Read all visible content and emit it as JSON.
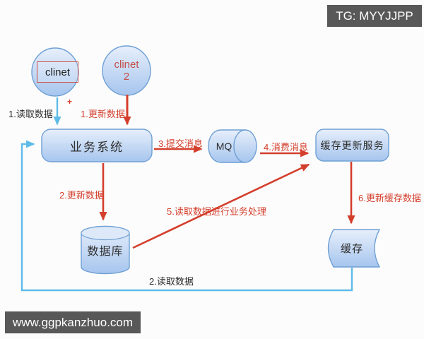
{
  "watermarks": {
    "tg_badge": "TG: MYYJJPP",
    "site": "www.ggpkanzhuo.com"
  },
  "nodes": {
    "client1": "clinet",
    "client2_line1": "clinet",
    "client2_line2": "2",
    "business_system": "业务系统",
    "mq": "MQ",
    "cache_update_service": "缓存更新服务",
    "database": "数据库",
    "cache": "缓存"
  },
  "edges": {
    "read_data_1": "1.读取数据",
    "plus": "+",
    "update_data_1": "1.更新数据",
    "submit_message": "3.提交消息",
    "consume_message": "4.消费消息",
    "update_data_2": "2.更新数据",
    "read_and_process": "5.读取数据进行业务处理",
    "update_cache_data": "6.更新缓存数据",
    "read_data_2": "2.读取数据"
  },
  "colors": {
    "red": "#d43e2c",
    "red_soft": "#c4504b",
    "blue": "#5fbce9",
    "shape_border": "#6fa0d4",
    "badge_bg": "#585858"
  }
}
